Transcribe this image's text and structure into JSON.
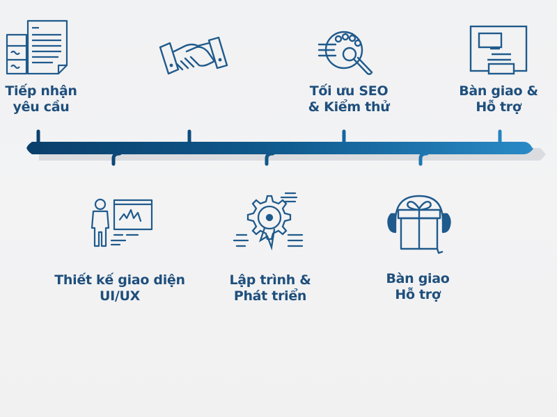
{
  "diagram": {
    "type": "horizontal-timeline",
    "colors": {
      "bar_start": "#0b3f6b",
      "bar_mid": "#0f5a8e",
      "bar_end": "#2a8ac6",
      "text": "#1f4f7c",
      "icon_stroke": "#1f5a8c",
      "background": "#f2f2f3"
    },
    "top_steps": [
      {
        "id": "step-1",
        "line1": "Tiếp nhận",
        "line2": "yêu cầu",
        "icon": "documents-icon"
      },
      {
        "id": "step-3",
        "line1": "",
        "line2": "",
        "icon": "handshake-icon"
      },
      {
        "id": "step-5",
        "line1": "Tối ưu SEO",
        "line2": "& Kiểm thử",
        "icon": "seo-search-icon"
      },
      {
        "id": "step-7",
        "line1": "Bàn giao &",
        "line2": "Hỗ trợ",
        "icon": "website-layout-icon"
      }
    ],
    "bottom_steps": [
      {
        "id": "step-2",
        "line1": "Thiết kế giao diện",
        "line2": "UI/UX",
        "icon": "designer-board-icon"
      },
      {
        "id": "step-4",
        "line1": "Lập trình &",
        "line2": "Phát triển",
        "icon": "gear-development-icon"
      },
      {
        "id": "step-6",
        "line1": "Bàn giao",
        "line2": "Hỗ trợ",
        "icon": "gift-headset-icon"
      }
    ]
  }
}
